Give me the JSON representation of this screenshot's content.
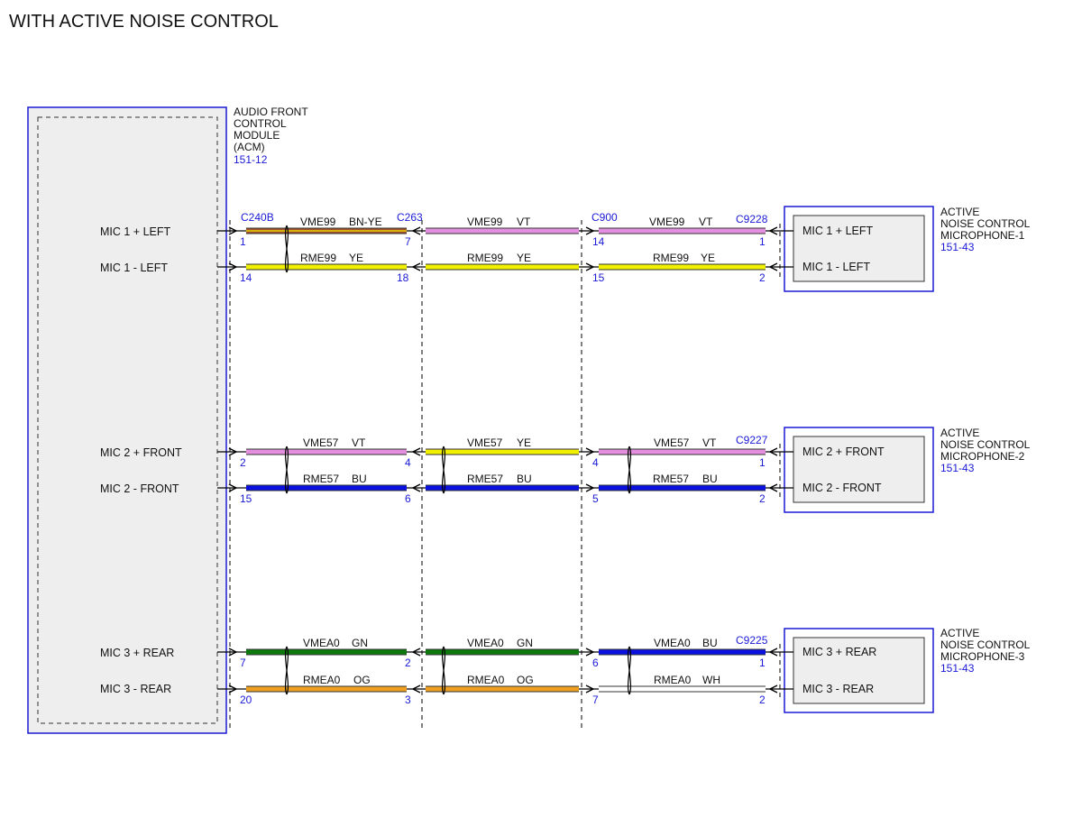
{
  "title": "WITH ACTIVE NOISE CONTROL",
  "colors": {
    "BN-YE": {
      "main": "#a0522d",
      "stripe": "#e8d000"
    },
    "VT": {
      "main": "#e58fe0"
    },
    "YE": {
      "main": "#f0f000"
    },
    "BU": {
      "main": "#0a10e0"
    },
    "GN": {
      "main": "#0c7a0c"
    },
    "OG": {
      "main": "#f0a020"
    },
    "WH": {
      "main": "#ffffff"
    },
    "module_border": "#1a1ad6",
    "module_fill": "#eeeeee",
    "link_text": "#1a1ad6"
  },
  "acm": {
    "name_lines": [
      "AUDIO FRONT",
      "CONTROL",
      "MODULE",
      "(ACM)"
    ],
    "ref": "151-12",
    "signals": [
      "MIC 1 + LEFT",
      "MIC 1 - LEFT",
      "MIC 2 + FRONT",
      "MIC 2 - FRONT",
      "MIC 3 + REAR",
      "MIC 3 - REAR"
    ]
  },
  "connectors": {
    "acm": "C240B",
    "first_inline": "C263",
    "second_inline": "C900"
  },
  "microphones": [
    {
      "name_lines": [
        "ACTIVE",
        "NOISE CONTROL",
        "MICROPHONE-1"
      ],
      "ref": "151-43",
      "connector": "C9228",
      "signals": [
        "MIC 1 + LEFT",
        "MIC 1 - LEFT"
      ]
    },
    {
      "name_lines": [
        "ACTIVE",
        "NOISE CONTROL",
        "MICROPHONE-2"
      ],
      "ref": "151-43",
      "connector": "C9227",
      "signals": [
        "MIC 2 + FRONT",
        "MIC 2 - FRONT"
      ]
    },
    {
      "name_lines": [
        "ACTIVE",
        "NOISE CONTROL",
        "MICROPHONE-3"
      ],
      "ref": "151-43",
      "connector": "C9225",
      "signals": [
        "MIC 3 + REAR",
        "MIC 3 - REAR"
      ]
    }
  ],
  "wires": [
    {
      "segments": [
        {
          "circuit": "VME99",
          "color": "BN-YE",
          "pin_left": "1",
          "pin_right": "7"
        },
        {
          "circuit": "VME99",
          "color": "VT",
          "pin_left": "",
          "pin_right": ""
        },
        {
          "circuit": "VME99",
          "color": "VT",
          "pin_left": "14",
          "pin_right": "1"
        }
      ]
    },
    {
      "segments": [
        {
          "circuit": "RME99",
          "color": "YE",
          "pin_left": "14",
          "pin_right": "18"
        },
        {
          "circuit": "RME99",
          "color": "YE",
          "pin_left": "",
          "pin_right": ""
        },
        {
          "circuit": "RME99",
          "color": "YE",
          "pin_left": "15",
          "pin_right": "2"
        }
      ]
    },
    {
      "segments": [
        {
          "circuit": "VME57",
          "color": "VT",
          "pin_left": "2",
          "pin_right": "4"
        },
        {
          "circuit": "VME57",
          "color": "YE",
          "pin_left": "",
          "pin_right": ""
        },
        {
          "circuit": "VME57",
          "color": "VT",
          "pin_left": "4",
          "pin_right": "1"
        }
      ]
    },
    {
      "segments": [
        {
          "circuit": "RME57",
          "color": "BU",
          "pin_left": "15",
          "pin_right": "6"
        },
        {
          "circuit": "RME57",
          "color": "BU",
          "pin_left": "",
          "pin_right": ""
        },
        {
          "circuit": "RME57",
          "color": "BU",
          "pin_left": "5",
          "pin_right": "2"
        }
      ]
    },
    {
      "segments": [
        {
          "circuit": "VMEA0",
          "color": "GN",
          "pin_left": "7",
          "pin_right": "2"
        },
        {
          "circuit": "VMEA0",
          "color": "GN",
          "pin_left": "",
          "pin_right": ""
        },
        {
          "circuit": "VMEA0",
          "color": "BU",
          "pin_left": "6",
          "pin_right": "1"
        }
      ]
    },
    {
      "segments": [
        {
          "circuit": "RMEA0",
          "color": "OG",
          "pin_left": "20",
          "pin_right": "3"
        },
        {
          "circuit": "RMEA0",
          "color": "OG",
          "pin_left": "",
          "pin_right": ""
        },
        {
          "circuit": "RMEA0",
          "color": "WH",
          "pin_left": "7",
          "pin_right": "2"
        }
      ]
    }
  ]
}
